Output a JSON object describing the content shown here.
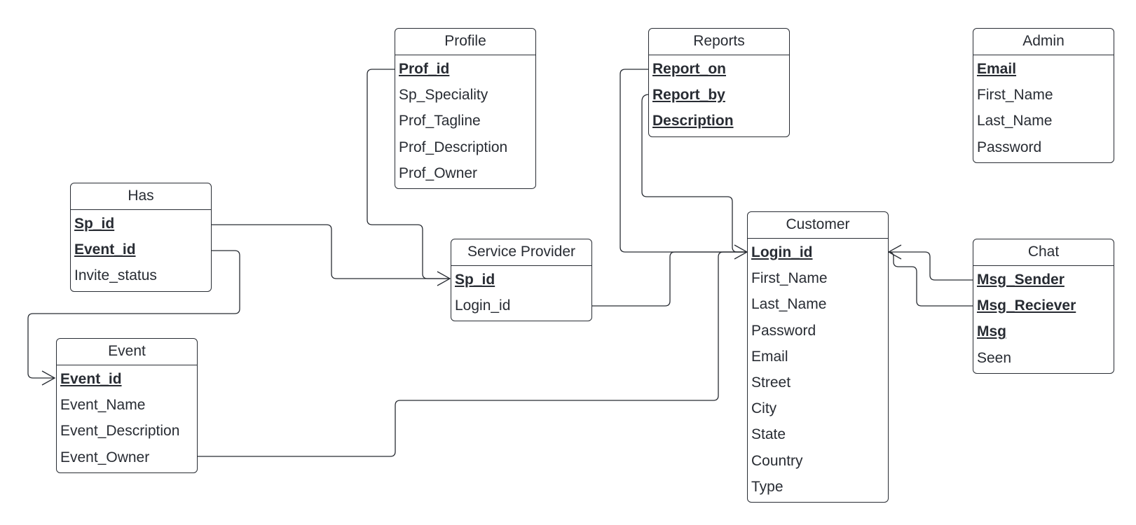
{
  "entities": {
    "profile": {
      "title": "Profile",
      "attributes": [
        {
          "label": "Prof_id",
          "key": true
        },
        {
          "label": "Sp_Speciality",
          "key": false
        },
        {
          "label": "Prof_Tagline",
          "key": false
        },
        {
          "label": "Prof_Description",
          "key": false
        },
        {
          "label": "Prof_Owner",
          "key": false
        }
      ]
    },
    "reports": {
      "title": "Reports",
      "attributes": [
        {
          "label": "Report_on",
          "key": true
        },
        {
          "label": "Report_by",
          "key": true
        },
        {
          "label": "Description",
          "key": true
        }
      ]
    },
    "admin": {
      "title": "Admin",
      "attributes": [
        {
          "label": "Email",
          "key": true
        },
        {
          "label": "First_Name",
          "key": false
        },
        {
          "label": "Last_Name",
          "key": false
        },
        {
          "label": "Password",
          "key": false
        }
      ]
    },
    "has": {
      "title": "Has",
      "attributes": [
        {
          "label": "Sp_id",
          "key": true
        },
        {
          "label": "Event_id",
          "key": true
        },
        {
          "label": "Invite_status",
          "key": false
        }
      ]
    },
    "service_provider": {
      "title": "Service Provider",
      "attributes": [
        {
          "label": "Sp_id",
          "key": true
        },
        {
          "label": "Login_id",
          "key": false
        }
      ]
    },
    "customer": {
      "title": "Customer",
      "attributes": [
        {
          "label": "Login_id",
          "key": true
        },
        {
          "label": "First_Name",
          "key": false
        },
        {
          "label": "Last_Name",
          "key": false
        },
        {
          "label": "Password",
          "key": false
        },
        {
          "label": "Email",
          "key": false
        },
        {
          "label": "Street",
          "key": false
        },
        {
          "label": "City",
          "key": false
        },
        {
          "label": "State",
          "key": false
        },
        {
          "label": "Country",
          "key": false
        },
        {
          "label": "Type",
          "key": false
        }
      ]
    },
    "chat": {
      "title": "Chat",
      "attributes": [
        {
          "label": "Msg_Sender",
          "key": true
        },
        {
          "label": "Msg_Reciever",
          "key": true
        },
        {
          "label": "Msg",
          "key": true
        },
        {
          "label": "Seen",
          "key": false
        }
      ]
    },
    "event": {
      "title": "Event",
      "attributes": [
        {
          "label": "Event_id",
          "key": true
        },
        {
          "label": "Event_Name",
          "key": false
        },
        {
          "label": "Event_Description",
          "key": false
        },
        {
          "label": "Event_Owner",
          "key": false
        }
      ]
    }
  },
  "relationships": [
    {
      "from": "profile.Prof_id",
      "to": "service_provider.Sp_id"
    },
    {
      "from": "has.Sp_id",
      "to": "service_provider.Sp_id"
    },
    {
      "from": "has.Event_id",
      "to": "event.Event_id"
    },
    {
      "from": "service_provider.Login_id",
      "to": "customer.Login_id"
    },
    {
      "from": "reports.Report_on",
      "to": "customer.Login_id"
    },
    {
      "from": "reports.Report_by",
      "to": "customer.Login_id"
    },
    {
      "from": "event.Event_Owner",
      "to": "customer.Login_id"
    },
    {
      "from": "chat.Msg_Sender",
      "to": "customer.Login_id"
    },
    {
      "from": "chat.Msg_Reciever",
      "to": "customer.Login_id"
    }
  ],
  "colors": {
    "line": "#282c33",
    "text": "#282c33",
    "background": "#ffffff"
  }
}
